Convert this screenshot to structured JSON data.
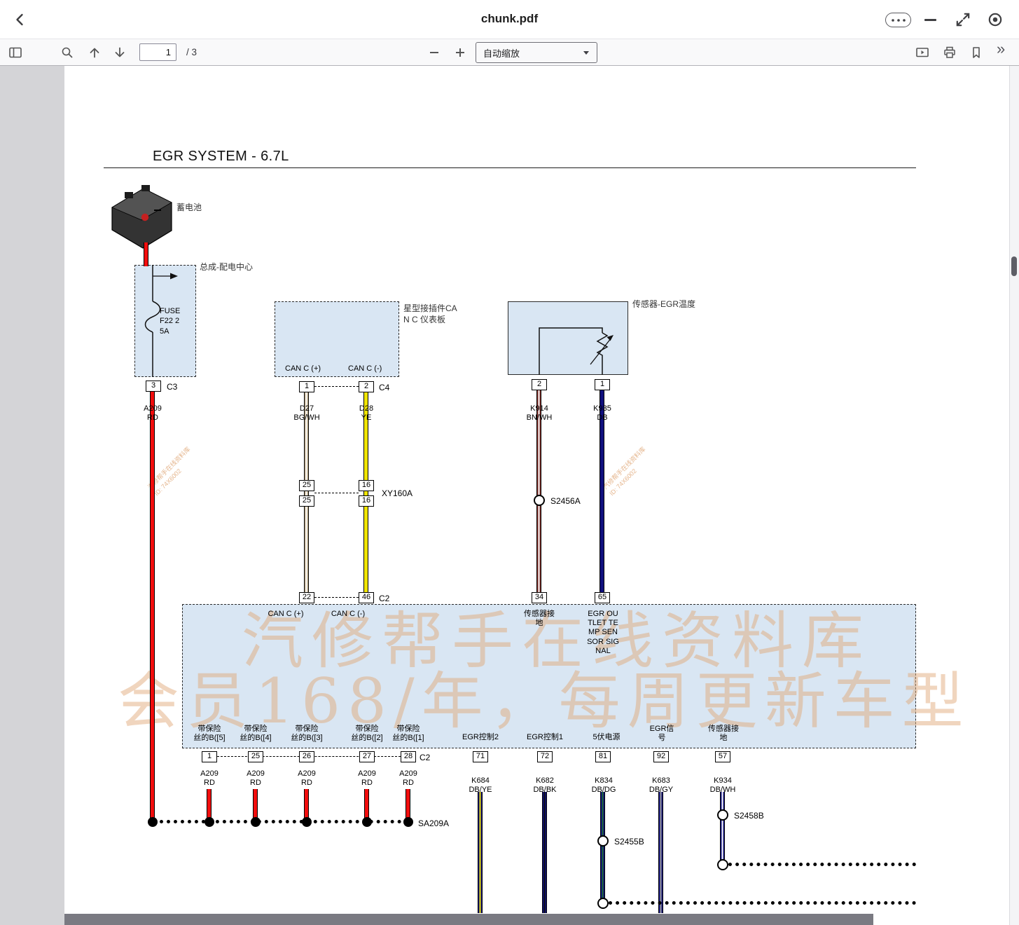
{
  "chrome": {
    "title": "chunk.pdf"
  },
  "toolbar": {
    "page_value": "1",
    "page_total": "/ 3",
    "zoom_label": "自动缩放"
  },
  "diagram": {
    "title": "EGR SYSTEM - 6.7L",
    "battery_label": "蓄电池",
    "pdc_label": "总成-配电中心",
    "fuse_label": "FUSE\nF22 2\n5A",
    "conn_c3": "C3",
    "conn_c4": "C4",
    "conn_xy160a": "XY160A",
    "conn_c2_top": "C2",
    "conn_c2_bottom": "C2",
    "star_label": "星型接插件CA\nN C 仪表板",
    "sensor_label": "传感器-EGR温度",
    "can_plus": "CAN C (+)",
    "can_minus": "CAN C (-)",
    "pins": {
      "pdc": "3",
      "star_1": "1",
      "star_2": "2",
      "mid_25a": "25",
      "mid_25b": "25",
      "mid_16a": "16",
      "mid_16b": "16",
      "c2_22": "22",
      "c2_46": "46",
      "sensor_2": "2",
      "sensor_1": "1",
      "c2_34": "34",
      "c2_65": "65",
      "pcm_1": "1",
      "pcm_25": "25",
      "pcm_26": "26",
      "pcm_27": "27",
      "pcm_28": "28",
      "pcm_71": "71",
      "pcm_72": "72",
      "pcm_81": "81",
      "pcm_92": "92",
      "pcm_57": "57"
    },
    "wires": {
      "a209": "A209\nRD",
      "d27": "D27\nBG/WH",
      "d28": "D28\nYE",
      "k914": "K914\nBN/WH",
      "k935": "K935\nDB",
      "k684": "K684\nDB/YE",
      "k682": "K682\nDB/BK",
      "k834": "K834\nDB/DG",
      "k683": "K683\nDB/GY",
      "k934": "K934\nDB/WH"
    },
    "pcm_top": {
      "sensor_ground": "传感器接\n地",
      "egr_outlet": "EGR OU\nTLET TE\nMP SEN\nSOR SIG\nNAL"
    },
    "pcm_bottom": [
      "带保险\n丝的B([5]",
      "带保险\n丝的B([4]",
      "带保险\n丝的B([3]",
      "带保险\n丝的B([2]",
      "带保险\n丝的B([1]",
      "EGR控制2",
      "EGR控制1",
      "5伏电源",
      "EGR信\n号",
      "传感器接\n地"
    ],
    "splices": {
      "s2456a": "S2456A",
      "sa209a": "SA209A",
      "s2455b": "S2455B",
      "s2458b": "S2458B"
    },
    "watermark_line1": "汽修帮手在线资料库",
    "watermark_line2": "会员168/年，每周更新车型",
    "corner_watermark": "汽修帮手在线资料库\nID: 74X6002"
  },
  "colors": {
    "box-blue": "#d9e6f3",
    "wire-red": "#f20d0d",
    "wire-yellow": "#efe400",
    "wire-beige": "#c0ad8c",
    "wire-brown": "#7c2a24",
    "wire-darkblue": "#10107e",
    "wire-darkgreen": "#1f6e32",
    "wire-gray": "#9a9a9a",
    "watermark-tan": "#e0a878"
  }
}
